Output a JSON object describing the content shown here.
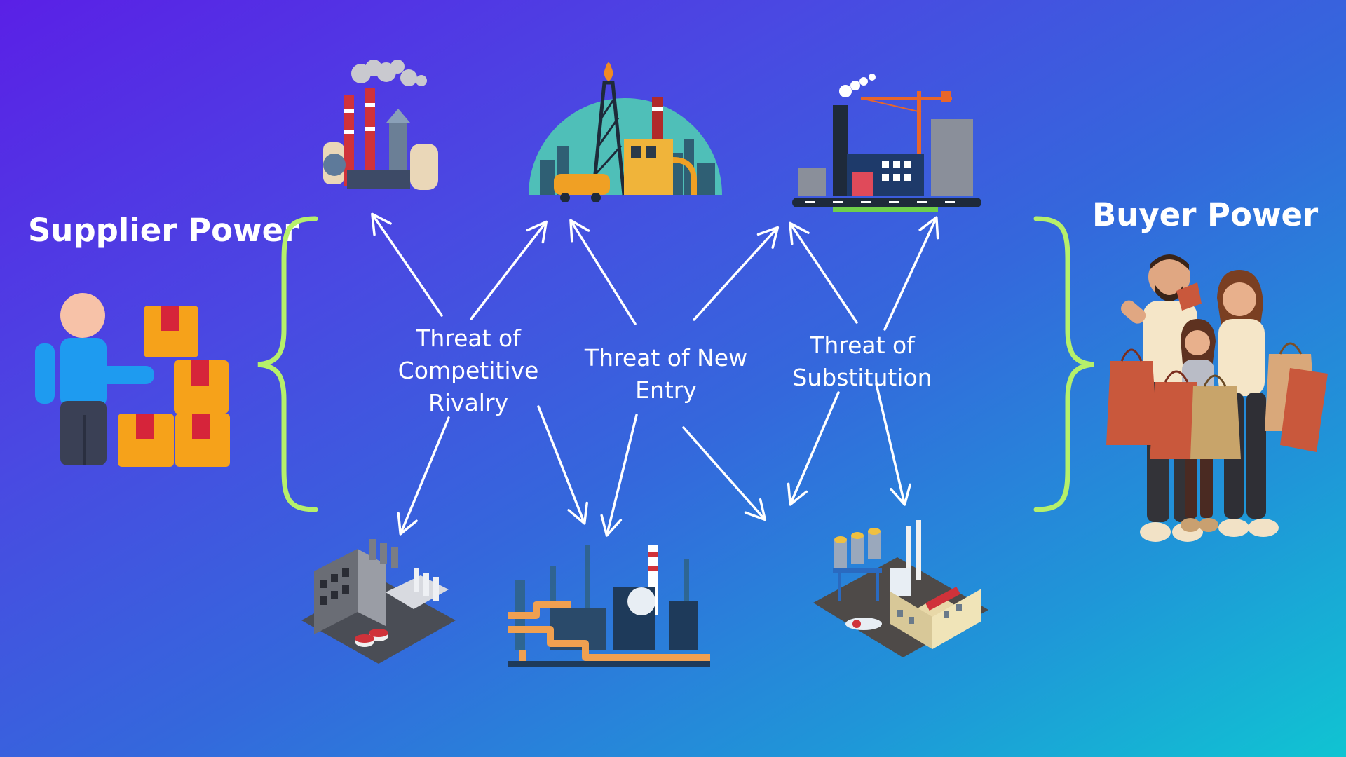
{
  "diagram": {
    "left_title": "Supplier Power",
    "right_title": "Buyer Power",
    "threats": [
      {
        "line1": "Threat of",
        "line2": "Competitive",
        "line3": "Rivalry"
      },
      {
        "line1": "Threat of New",
        "line2": "Entry"
      },
      {
        "line1": "Threat of",
        "line2": "Substitution"
      }
    ]
  },
  "icons": {
    "supplier": "supplier-person-with-boxes-icon",
    "buyer": "shopping-family-icon",
    "industries": [
      "chemical-plant-icon",
      "oil-rig-plant-icon",
      "factory-with-crane-icon",
      "isometric-factory-icon",
      "refinery-pipelines-icon",
      "isometric-industrial-plant-icon"
    ]
  },
  "colors": {
    "background_start": "#5a20e6",
    "background_end": "#10c4d2",
    "brace": "#b6f06a",
    "arrow": "#ffffff",
    "text": "#ffffff"
  }
}
